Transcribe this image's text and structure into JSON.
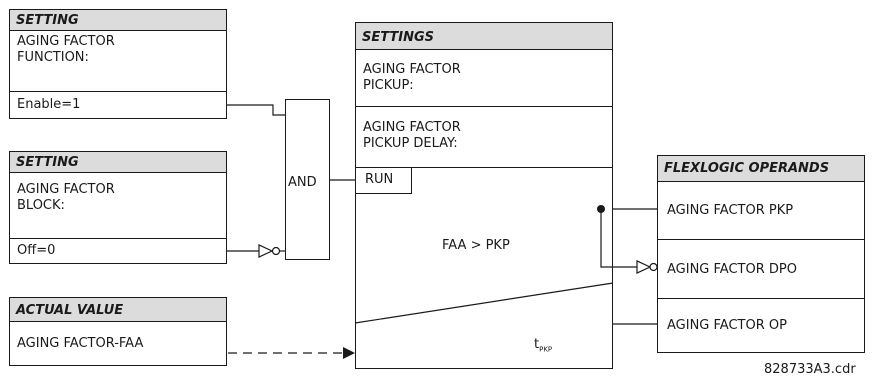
{
  "setting_function": {
    "header": "SETTING",
    "name_line1": "AGING FACTOR",
    "name_line2": "FUNCTION:",
    "value": "Enable=1"
  },
  "setting_block": {
    "header": "SETTING",
    "name_line1": "AGING FACTOR",
    "name_line2": "BLOCK:",
    "value": "Off=0"
  },
  "actual_value": {
    "header": "ACTUAL VALUE",
    "name": "AGING FACTOR-FAA"
  },
  "and_gate": {
    "label": "AND"
  },
  "settings": {
    "header": "SETTINGS",
    "pickup_line1": "AGING FACTOR",
    "pickup_line2": "PICKUP:",
    "delay_line1": "AGING FACTOR",
    "delay_line2": "PICKUP DELAY:",
    "run": "RUN",
    "comparison": "FAA > PKP",
    "timer": "t",
    "timer_sub": "PKP"
  },
  "flexlogic": {
    "header": "FLEXLOGIC OPERANDS",
    "operands": [
      "AGING FACTOR PKP",
      "AGING FACTOR DPO",
      "AGING FACTOR OP"
    ]
  },
  "drawing_id": "828733A3.cdr"
}
